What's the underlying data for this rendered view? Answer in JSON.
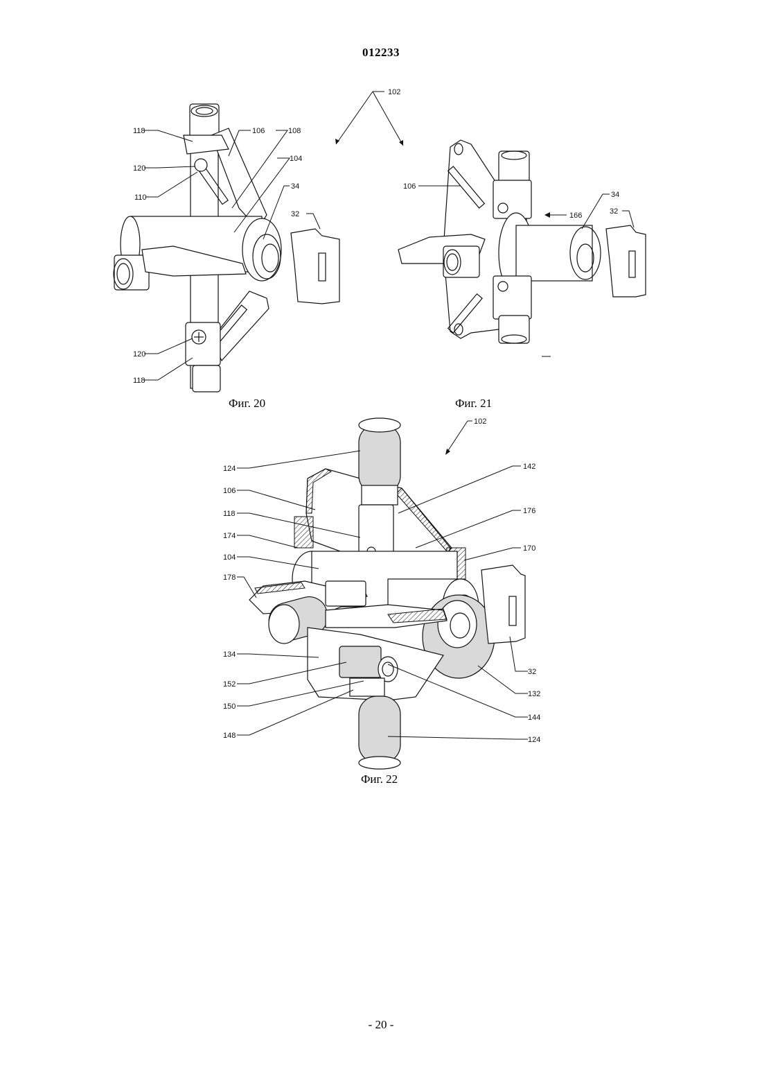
{
  "header": {
    "doc_number": "012233"
  },
  "figures": [
    {
      "caption": "Фиг. 20",
      "refs": {
        "r118a": "118",
        "r106": "106",
        "r108": "108",
        "r120a": "120",
        "r104": "104",
        "r110": "110",
        "r34": "34",
        "r32": "32",
        "r120b": "120",
        "r118b": "118"
      }
    },
    {
      "caption": "Фиг. 21",
      "refs": {
        "r102": "102",
        "r106": "106",
        "r34": "34",
        "r166": "166",
        "r32": "32"
      }
    },
    {
      "caption": "Фиг. 22",
      "refs": {
        "r102": "102",
        "r124a": "124",
        "r142": "142",
        "r106": "106",
        "r176": "176",
        "r118": "118",
        "r174": "174",
        "r170": "170",
        "r104": "104",
        "r178": "178",
        "r134": "134",
        "r32": "32",
        "r152": "152",
        "r132": "132",
        "r150": "150",
        "r144": "144",
        "r148": "148",
        "r124b": "124"
      }
    }
  ],
  "footer": {
    "page_number": "- 20 -"
  }
}
